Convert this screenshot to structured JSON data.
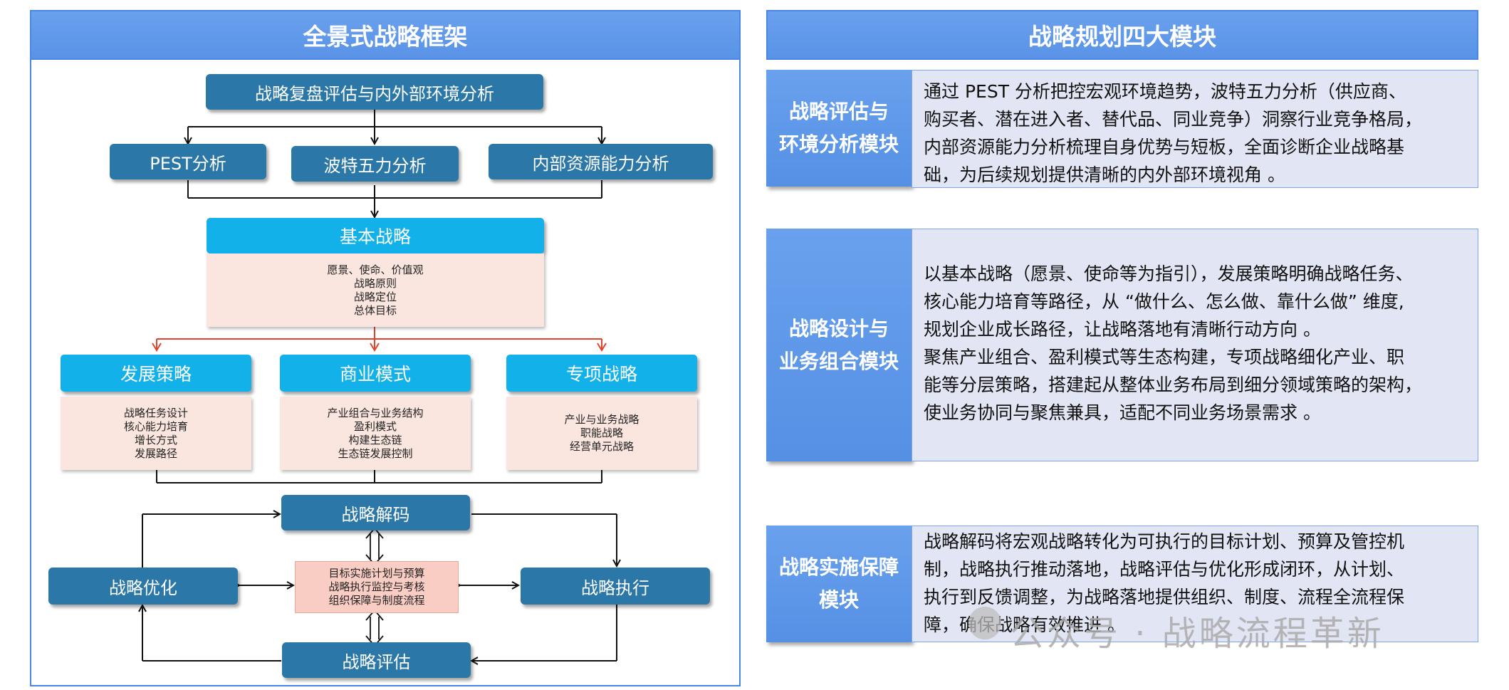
{
  "left": {
    "title": "全景式战略框架",
    "top_box": "战略复盘评估与内外部环境分析",
    "analysis": [
      "PEST分析",
      "波特五力分析",
      "内部资源能力分析"
    ],
    "basic": {
      "title": "基本战略",
      "items": [
        "愿景、使命、价值观",
        "战略原则",
        "战略定位",
        "总体目标"
      ]
    },
    "strategies": [
      {
        "title": "发展策略",
        "items": [
          "战略任务设计",
          "核心能力培育",
          "增长方式",
          "发展路径"
        ]
      },
      {
        "title": "商业模式",
        "items": [
          "产业组合与业务结构",
          "盈利模式",
          "构建生态链",
          "生态链发展控制"
        ]
      },
      {
        "title": "专项战略",
        "items": [
          "产业与业务战略",
          "职能战略",
          "经营单元战略"
        ]
      }
    ],
    "cycle": {
      "decode": "战略解码",
      "optimize": "战略优化",
      "execute": "战略执行",
      "evaluate": "战略评估",
      "center_items": [
        "目标实施计划与预算",
        "战略执行监控与考核",
        "组织保障与制度流程"
      ]
    }
  },
  "right": {
    "title": "战略规划四大模块",
    "modules": [
      {
        "label": [
          "战略评估与",
          "环境分析模块"
        ],
        "lines": [
          "通过 PEST 分析把控宏观环境趋势，波特五力分析（供应商、",
          "购买者、潜在进入者、替代品、同业竞争）洞察行业竞争格局，",
          "内部资源能力分析梳理自身优势与短板，全面诊断企业战略基",
          "础，为后续规划提供清晰的内外部环境视角 。"
        ]
      },
      {
        "label": [
          "战略设计与",
          "业务组合模块"
        ],
        "lines": [
          "以基本战略（愿景、使命等为指引），发展策略明确战略任务、",
          "核心能力培育等路径，从 “做什么、怎么做、靠什么做” 维度,",
          "规划企业成长路径，让战略落地有清晰行动方向 。",
          "聚焦产业组合、盈利模式等生态构建，专项战略细化产业、职",
          "能等分层策略，搭建起从整体业务布局到细分领域策略的架构，",
          "使业务协同与聚焦兼具，适配不同业务场景需求 。"
        ]
      },
      {
        "label": [
          "战略实施保障",
          "模块"
        ],
        "lines": [
          "战略解码将宏观战略转化为可执行的目标计划、预算及管控机",
          "制，战略执行推动落地，战略评估与优化形成闭环，从计划、",
          "执行到反馈调整，为战略落地提供组织、制度、流程全流程保",
          "障，确保战略有效推进 。"
        ]
      }
    ]
  },
  "watermark": "公众号 · 战略流程革新",
  "colors": {
    "header_blue": "#5a93e6",
    "dark_box": "#2b78a8",
    "cyan_box": "#12b1ea",
    "pink_box": "#fbe6df",
    "arrow_red": "#e0452a"
  }
}
